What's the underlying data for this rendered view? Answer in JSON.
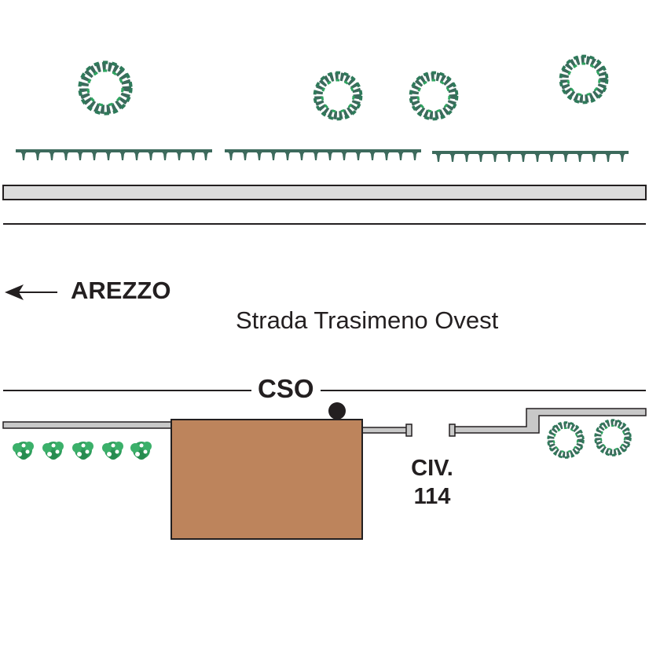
{
  "map": {
    "direction_label": "AREZZO",
    "street_name": "Strada Trasimeno Ovest",
    "cso_label": "CSO",
    "civic_label_line1": "CIV.",
    "civic_label_line2": "114"
  },
  "colors": {
    "building": "#bd845c",
    "tree_dark": "#3c6a5c",
    "tree_light": "#2e9e5c",
    "hedge": "#3c6a5c",
    "shrub": "#34a060",
    "sidewalk": "#dcdcdc",
    "wall": "#c8c8c8",
    "line": "#231f20"
  },
  "icons": {
    "tree": "tree-icon",
    "hedge": "hedge-icon",
    "shrub": "shrub-icon",
    "cso_marker": "manhole-icon",
    "arrow": "arrow-left-icon"
  }
}
